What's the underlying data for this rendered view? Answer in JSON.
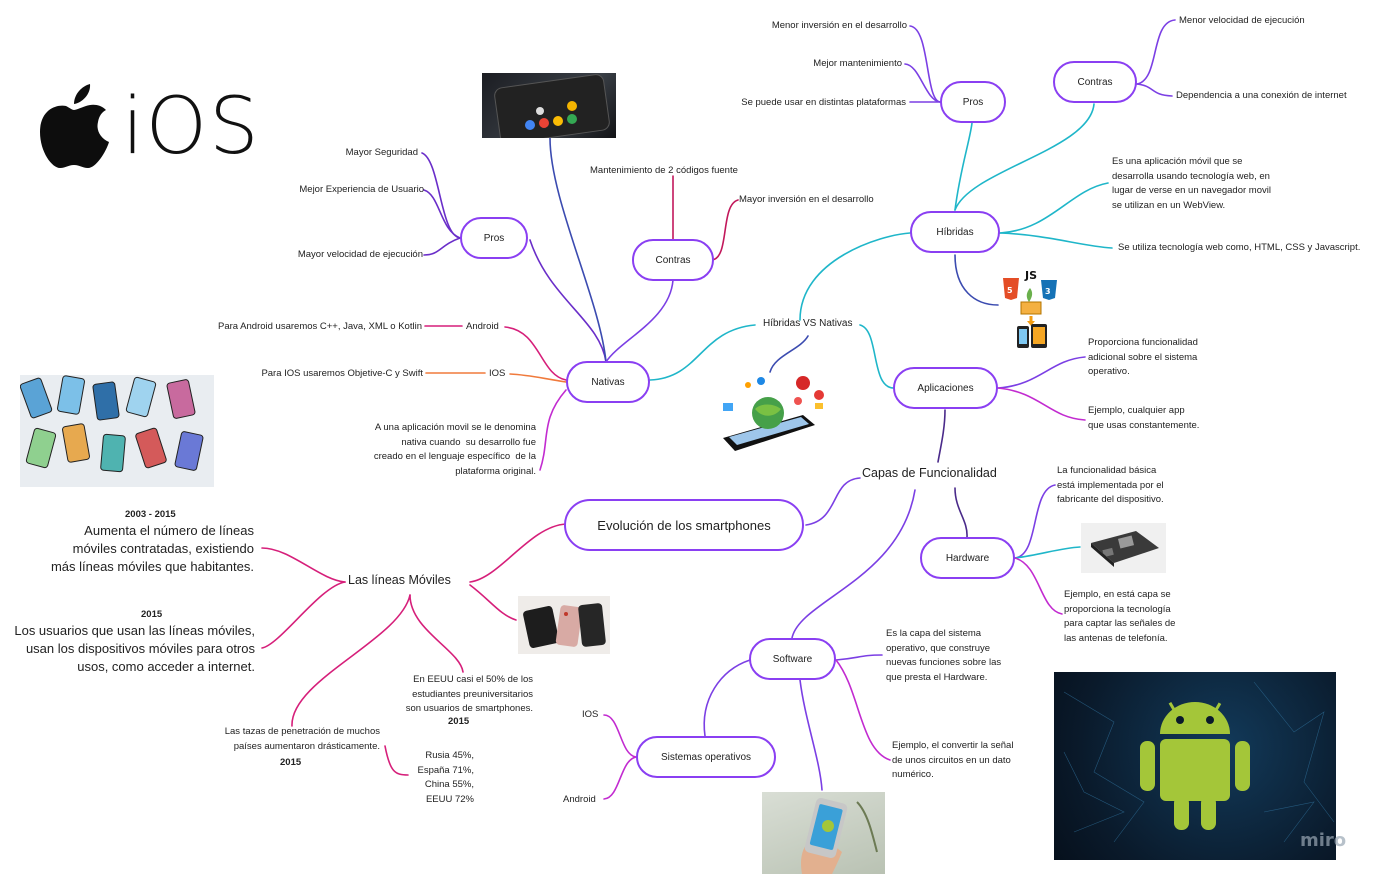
{
  "central": {
    "hv": "Híbridas VS Nativas",
    "capas": "Capas de Funcionalidad",
    "evolucion": "Evolución de los smartphones",
    "lineas": "Las líneas Móviles"
  },
  "nativas": {
    "label": "Nativas",
    "pros": {
      "label": "Pros",
      "items": [
        "Mayor Seguridad",
        "Mejor Experiencia de Usuario",
        "Mayor velocidad de ejecución"
      ]
    },
    "contras": {
      "label": "Contras",
      "items": [
        "Mantenimiento de 2 códigos fuente",
        "Mayor inversión en el desarrollo"
      ]
    },
    "android": {
      "label": "Android",
      "desc": "Para Android usaremos C++, Java, XML o Kotlin"
    },
    "ios": {
      "label": "IOS",
      "desc": "Para IOS usaremos Objetive-C y Swift"
    },
    "definition": "A una aplicación movil se le denomina\nnativa cuando  su desarrollo fue\ncreado en el lenguaje específico  de la\nplataforma original."
  },
  "hibridas": {
    "label": "Híbridas",
    "pros": {
      "label": "Pros",
      "items": [
        "Menor inversión en el desarrollo",
        "Mejor mantenimiento",
        "Se puede usar en distintas plataformas"
      ]
    },
    "contras": {
      "label": "Contras",
      "items": [
        "Menor velocidad de ejecución",
        "Dependencia a una conexión de internet"
      ]
    },
    "definition": "Es una aplicación móvil que se\ndesarrolla usando tecnología web, en\nlugar de verse en un navegador movil\nse utilizan en un WebView.",
    "tech": "Se utiliza tecnología web como, HTML, CSS y Javascript."
  },
  "aplicaciones": {
    "label": "Aplicaciones",
    "desc": "Proporciona funcionalidad\nadicional sobre el sistema\noperativo.",
    "example": "Ejemplo, cualquier app\nque usas constantemente."
  },
  "hardware": {
    "label": "Hardware",
    "desc": "La funcionalidad básica\nestá implementada por el\nfabricante del dispositivo.",
    "example": "Ejemplo, en está capa se\nproporciona la tecnología\npara captar las señales de\nlas antenas de telefonía."
  },
  "software": {
    "label": "Software",
    "desc": "Es la capa del sistema\noperativo, que construye\nnuevas funciones sobre las\nque presta el Hardware.",
    "example": "Ejemplo, el convertir la señal\nde unos circuitos en un dato\nnumérico."
  },
  "so": {
    "label": "Sistemas operativos",
    "items": [
      "IOS",
      "Android"
    ]
  },
  "lineas": {
    "y1": "2003 - 2015",
    "t1": "Aumenta el número de líneas\nmóviles contratadas, existiendo\nmás líneas móviles que habitantes.",
    "y2": "2015",
    "t2": "Los usuarios que usan las líneas móviles,\nusan los dispositivos móviles para otros\nusos, como acceder a internet.",
    "t3": "En EEUU casi el 50% de los\nestudiantes preuniversitarios\nson usuarios de smartphones.",
    "y3": "2015",
    "t4": "Las tazas de penetración de muchos\npaíses aumentaron drásticamente.",
    "y4": "2015",
    "t5": "Rusia 45%,\nEspaña 71%,\nChina 55%,\nEEUU 72%"
  },
  "logo": {
    "text": "iOS"
  },
  "watermark": "miro",
  "icons": {
    "js": "JS"
  },
  "colors": {
    "node": "#8a3ff2",
    "purple": "#7b3fe4",
    "teal": "#1fb6c9",
    "pink": "#d61f7a",
    "magenta": "#c22bd0",
    "orange": "#f07a3c",
    "navy": "#3b4bb0",
    "darkpurple": "#6a2ec9"
  }
}
